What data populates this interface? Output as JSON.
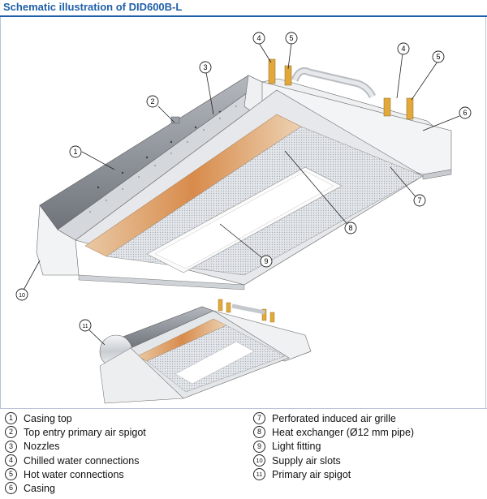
{
  "title": "Schematic illustration of DID600B-L",
  "callouts": [
    "1",
    "2",
    "3",
    "4",
    "5",
    "4",
    "5",
    "6",
    "7",
    "8",
    "9",
    "10",
    "11"
  ],
  "legend": {
    "left": [
      {
        "num": "1",
        "label": "Casing top"
      },
      {
        "num": "2",
        "label": "Top entry primary air spigot"
      },
      {
        "num": "3",
        "label": "Nozzles"
      },
      {
        "num": "4",
        "label": "Chilled water connections"
      },
      {
        "num": "5",
        "label": "Hot water connections"
      },
      {
        "num": "6",
        "label": "Casing"
      }
    ],
    "right": [
      {
        "num": "7",
        "label": "Perforated induced air grille"
      },
      {
        "num": "8",
        "label": "Heat exchanger (Ø12 mm pipe)"
      },
      {
        "num": "9",
        "label": "Light fitting"
      },
      {
        "num": "10",
        "label": "Supply air slots"
      },
      {
        "num": "11",
        "label": "Primary air spigot"
      }
    ]
  },
  "colors": {
    "title": "#1f5fa8",
    "casing": "#eceef0",
    "grille": "#d9dde2",
    "heat_exchanger": "#d8a070",
    "top": "#8a8f96",
    "connection": "#e2a93a"
  }
}
